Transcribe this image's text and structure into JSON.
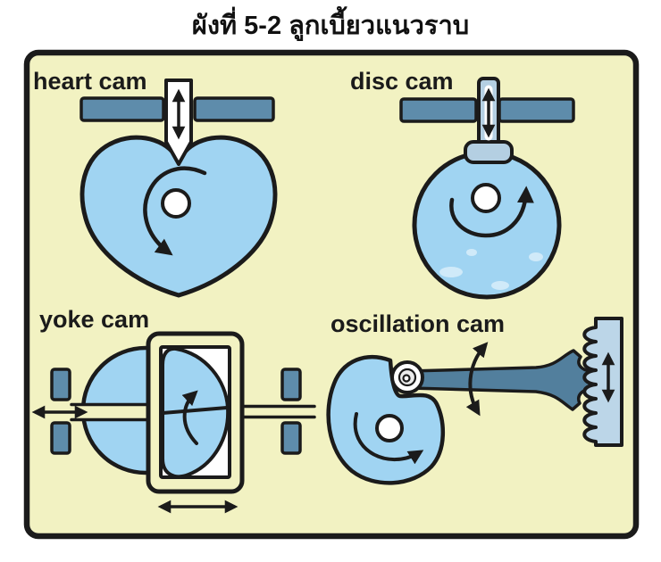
{
  "figure": {
    "title": "ผังที่ 5-2 ลูกเบี้ยวแนวราบ"
  },
  "diagrams": {
    "heart_cam": {
      "label": "heart cam"
    },
    "disc_cam": {
      "label": "disc cam"
    },
    "yoke_cam": {
      "label": "yoke cam"
    },
    "oscillation_cam": {
      "label": "oscillation cam"
    }
  },
  "colors": {
    "background": "#ffffff",
    "panel_fill": "#f2f2c2",
    "outline": "#1b1b1b",
    "cam_fill": "#a0d4f2",
    "guide_bar_fill": "#5e8cab",
    "follower_fill": "#b4cfe2",
    "arm_fill": "#527f9d",
    "rack_fill": "#bcd6e8"
  }
}
